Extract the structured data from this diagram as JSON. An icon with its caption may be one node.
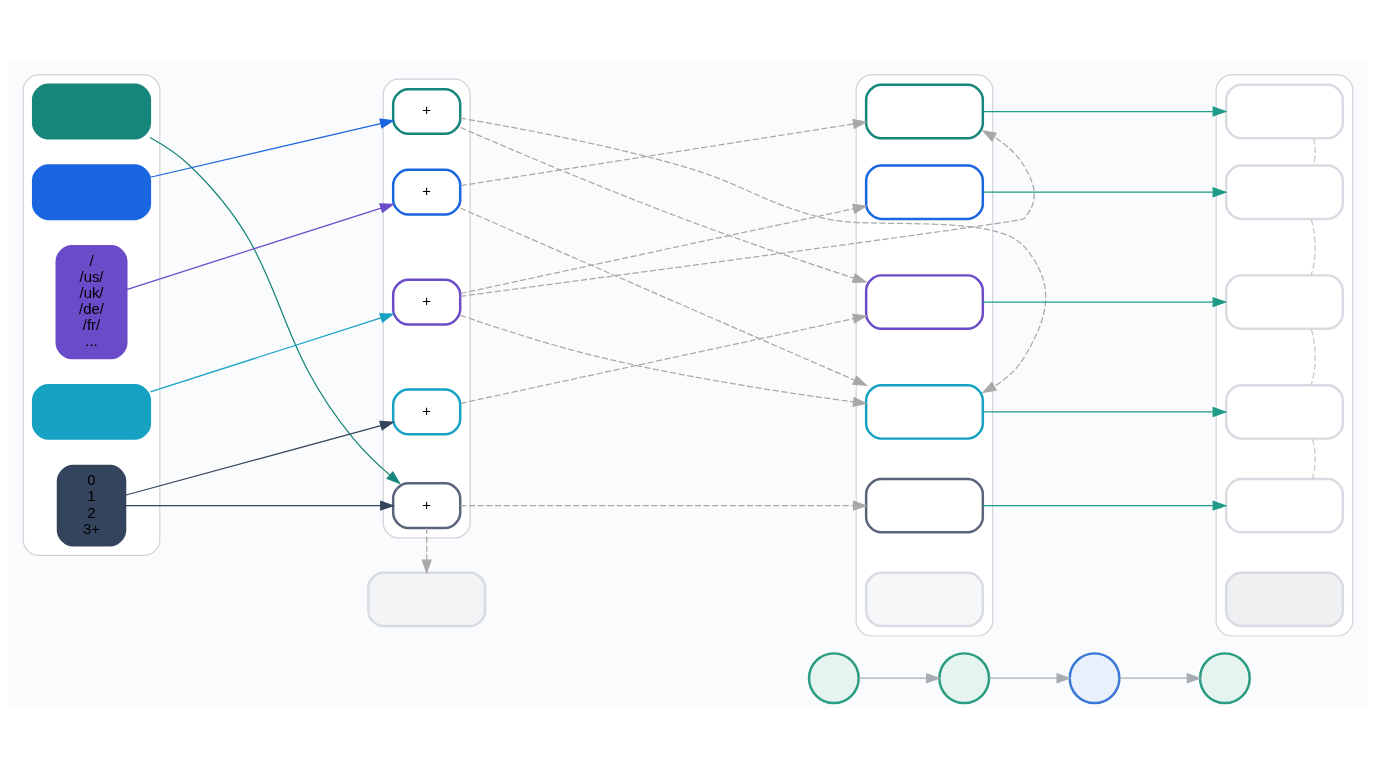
{
  "diagram": {
    "nodes": [
      {
        "text": [],
        "shape": "box"
      },
      {
        "text": [],
        "shape": "box",
        "in": 0
      },
      {
        "text": [],
        "shape": "box",
        "in": 0
      },
      {
        "text": [
          "/",
          "/us/",
          "/uk/",
          "/de/",
          "/fr/",
          "..."
        ],
        "in": 0
      },
      {
        "text": [],
        "shape": "box",
        "in": 0
      },
      {
        "text": [
          "0",
          "1",
          "2",
          "3+"
        ],
        "in": 0
      },
      {
        "text": [],
        "shape": "box"
      },
      {
        "text": [
          "+"
        ],
        "in": 6
      },
      {
        "text": [
          "+"
        ],
        "in": 6
      },
      {
        "text": [
          "+"
        ],
        "in": 6
      },
      {
        "text": [
          "+"
        ],
        "in": 6
      },
      {
        "text": [
          "+"
        ],
        "in": 6
      },
      {
        "text": [],
        "shape": "box"
      },
      {
        "text": [],
        "shape": "box"
      },
      {
        "text": [],
        "shape": "box",
        "in": 13
      },
      {
        "text": [],
        "shape": "box",
        "in": 13
      },
      {
        "text": [],
        "shape": "box",
        "in": 13
      },
      {
        "text": [],
        "shape": "box",
        "in": 13
      },
      {
        "text": [],
        "shape": "box",
        "in": 13
      },
      {
        "text": [],
        "shape": "box",
        "in": 13
      },
      {
        "text": [],
        "shape": "box"
      },
      {
        "text": [],
        "shape": "box",
        "in": 20
      },
      {
        "text": [],
        "shape": "box",
        "in": 20
      },
      {
        "text": [],
        "shape": "box",
        "in": 20
      },
      {
        "text": [],
        "shape": "box",
        "in": 20
      },
      {
        "text": [],
        "shape": "box",
        "in": 20
      },
      {
        "text": [],
        "shape": "box",
        "in": 20
      },
      {
        "text": [],
        "shape": "circle"
      },
      {
        "text": [],
        "shape": "circle"
      },
      {
        "text": [],
        "shape": "circle"
      },
      {
        "text": [],
        "shape": "circle"
      }
    ],
    "edges": [
      {
        "from": 2,
        "to": 7,
        "arrow": "to",
        "color": "#1a66e0"
      },
      {
        "from": 3,
        "to": 8,
        "arrow": "to",
        "color": "#6a4bc8"
      },
      {
        "from": 4,
        "to": 9,
        "arrow": "to",
        "color": "#17a2c4"
      },
      {
        "from": 5,
        "to": 10,
        "arrow": "to",
        "color": "#34445c"
      },
      {
        "from": 5,
        "to": 11,
        "arrow": "to",
        "color": "#34445c"
      },
      {
        "from": 1,
        "to": 11,
        "arrow": "to",
        "color": "#16857a"
      },
      {
        "from": 8,
        "to": 14,
        "arrow": "to",
        "style": "dashed",
        "color": "#a8a8a8"
      },
      {
        "from": 9,
        "to": 14,
        "arrow": "to",
        "style": "dashed",
        "color": "#a8a8a8"
      },
      {
        "from": 9,
        "to": 15,
        "arrow": "to",
        "style": "dashed",
        "color": "#a8a8a8"
      },
      {
        "from": 7,
        "to": 16,
        "arrow": "to",
        "style": "dashed",
        "color": "#a8a8a8"
      },
      {
        "from": 10,
        "to": 16,
        "arrow": "to",
        "style": "dashed",
        "color": "#a8a8a8"
      },
      {
        "from": 7,
        "to": 17,
        "arrow": "to",
        "style": "dashed",
        "color": "#a8a8a8"
      },
      {
        "from": 8,
        "to": 17,
        "arrow": "to",
        "style": "dashed",
        "color": "#a8a8a8"
      },
      {
        "from": 9,
        "to": 17,
        "arrow": "to",
        "style": "dashed",
        "color": "#a8a8a8"
      },
      {
        "from": 11,
        "to": 18,
        "arrow": "to",
        "style": "dashed",
        "color": "#a8a8a8"
      },
      {
        "from": 11,
        "to": 12,
        "arrow": "to",
        "style": "dashed",
        "color": "#a8a8a8"
      },
      {
        "from": 14,
        "to": 21,
        "arrow": "to",
        "color": "#1f9a86"
      },
      {
        "from": 15,
        "to": 22,
        "arrow": "to",
        "color": "#1f9a86"
      },
      {
        "from": 16,
        "to": 23,
        "arrow": "to",
        "color": "#1f9a86"
      },
      {
        "from": 17,
        "to": 24,
        "arrow": "to",
        "color": "#1f9a86"
      },
      {
        "from": 18,
        "to": 25,
        "arrow": "to",
        "color": "#1f9a86"
      },
      {
        "from": 21,
        "to": 22,
        "arrow": "none",
        "style": "dashed",
        "color": "#c8c8c8"
      },
      {
        "from": 22,
        "to": 23,
        "arrow": "none",
        "style": "dashed",
        "color": "#c8c8c8"
      },
      {
        "from": 23,
        "to": 24,
        "arrow": "none",
        "style": "dashed",
        "color": "#c8c8c8"
      },
      {
        "from": 24,
        "to": 25,
        "arrow": "none",
        "style": "dashed",
        "color": "#c8c8c8"
      },
      {
        "from": 27,
        "to": 28,
        "arrow": "to",
        "color": "#a8adb5"
      },
      {
        "from": 28,
        "to": 29,
        "arrow": "to",
        "color": "#a8adb5"
      },
      {
        "from": 29,
        "to": 30,
        "arrow": "to",
        "color": "#a8adb5"
      }
    ]
  }
}
